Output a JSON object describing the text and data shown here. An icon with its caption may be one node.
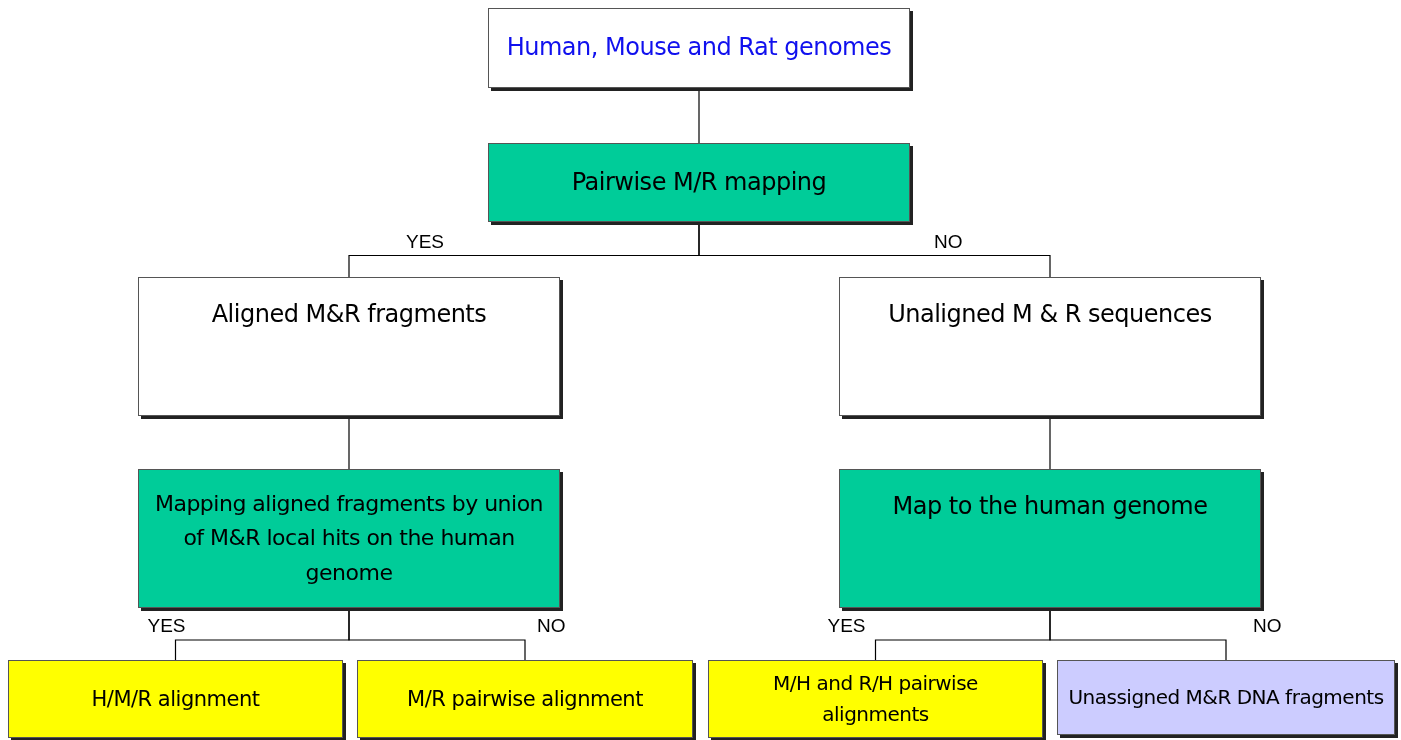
{
  "diagram": {
    "nodes": [
      {
        "text": [
          "Human, Mouse and Rat genomes"
        ]
      },
      {
        "text": [
          "Pairwise M/R mapping"
        ]
      },
      {
        "text": [
          "Aligned M&R fragments"
        ]
      },
      {
        "text": [
          "Unaligned M & R sequences"
        ]
      },
      {
        "text": [
          "Mapping aligned fragments by union of M&R local hits on the human genome"
        ]
      },
      {
        "text": [
          "Map to the human genome"
        ]
      },
      {
        "text": [
          "H/M/R alignment"
        ]
      },
      {
        "text": [
          "M/R pairwise alignment"
        ]
      },
      {
        "text": [
          "M/H and R/H pairwise alignments"
        ]
      },
      {
        "text": [
          "Unassigned M&R DNA fragments"
        ]
      }
    ],
    "edges": [
      {
        "from": 0,
        "to": 1,
        "arrow": "none"
      },
      {
        "from": 1,
        "to": 2,
        "arrow": "none",
        "label": "YES"
      },
      {
        "from": 1,
        "to": 3,
        "arrow": "none",
        "label": "NO"
      },
      {
        "from": 2,
        "to": 4,
        "arrow": "none"
      },
      {
        "from": 3,
        "to": 5,
        "arrow": "none"
      },
      {
        "from": 4,
        "to": 6,
        "arrow": "none",
        "label": "YES"
      },
      {
        "from": 4,
        "to": 7,
        "arrow": "none",
        "label": "NO"
      },
      {
        "from": 5,
        "to": 8,
        "arrow": "none",
        "label": "YES"
      },
      {
        "from": 5,
        "to": 9,
        "arrow": "none",
        "label": "NO"
      }
    ]
  }
}
